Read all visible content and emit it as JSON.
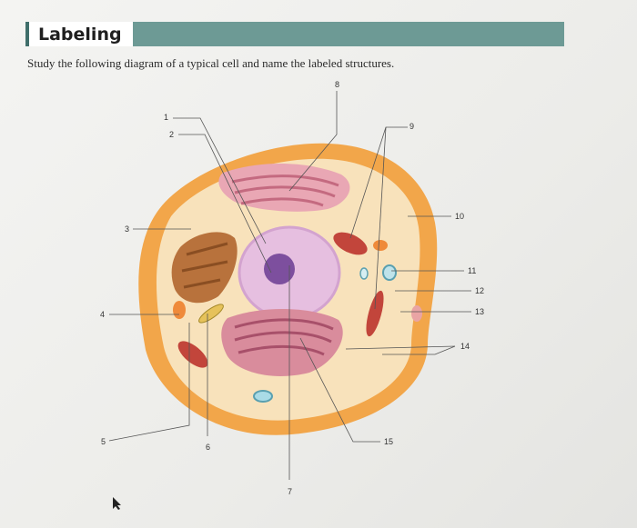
{
  "section": {
    "title": "Labeling"
  },
  "instruction": "Study the following diagram of a typical cell and name the labeled structures.",
  "labels": [
    "1",
    "2",
    "3",
    "4",
    "5",
    "6",
    "7",
    "8",
    "9",
    "10",
    "11",
    "12",
    "13",
    "14",
    "15"
  ]
}
